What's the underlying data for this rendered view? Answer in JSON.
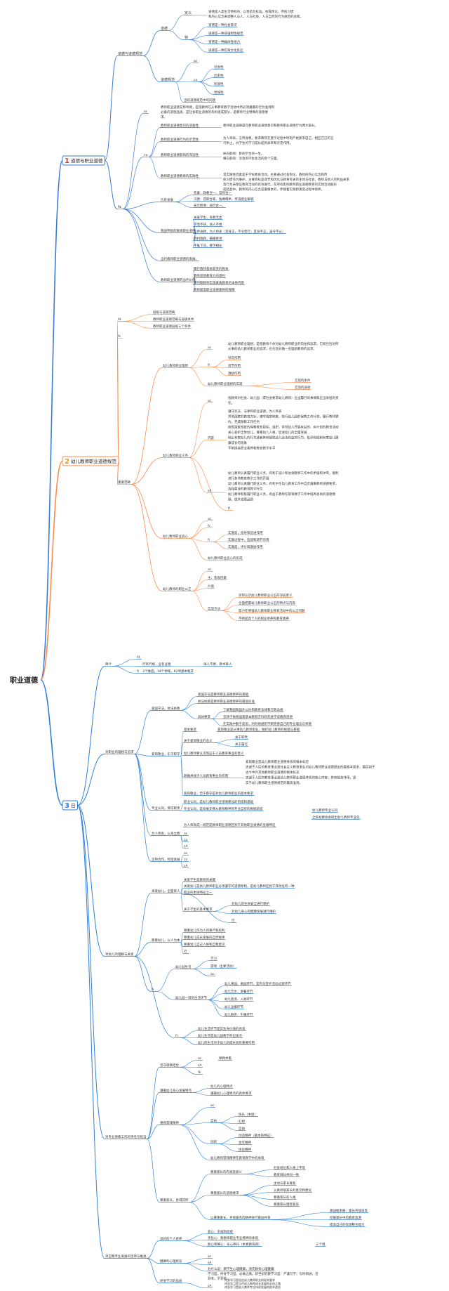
{
  "root": {
    "label": "职业道德"
  },
  "branches": [
    {
      "num": "1",
      "label": "道德与职业道德",
      "num_color": "#d9363e"
    },
    {
      "num": "2",
      "label": "幼儿教师职业道德规范",
      "num_color": "#f39c12"
    },
    {
      "num": "3",
      "label": "日",
      "num_color": "#2f80ed"
    }
  ],
  "b1": {
    "s1": "道德与道德规范",
    "daode": "道德",
    "dingyi": "定义",
    "dingyi_text": [
      "道德是人类生活特有的、以善恶为标准，依靠舆论、传统习惯",
      "和内心信念来调整人与人、人与社会、人与自然的行为规范的总和。"
    ],
    "te": "特",
    "te_items": [
      "道德是一种社会意识",
      "道德是一种非强制性规范",
      "道德是一种群体性规力",
      "道德是一种实践文化反应"
    ],
    "guifan": "道德规范",
    "ac": "ac",
    "co": "co",
    "co_items": [
      "社会性",
      "历史性",
      "民族性",
      "地域性"
    ],
    "dangqian": "当前道德规范中的问题",
    "s2_ac": "ac",
    "s2_ac_text": [
      "教师职业道德又称师德，是指教师在从事教育教学活动中所必须遵循的行为准则和",
      "必备的道德品质。是社会职业道德的有机组成部分，是教师行业特殊的道德要",
      "求。"
    ],
    "s2_co": "co",
    "co_rows": [
      {
        "label": "教师职业道德意识的非备性",
        "text": [
          "教师职业道德是在教师职业道德意识和教师职业道德行为两大部分。"
        ]
      },
      {
        "label": "教师职业道德行为的示范性",
        "text": [
          "为人师表，言传身教，要求教师在教学过程中时刻严格要求自己，相互在已的言",
          "行举止，为学生的学习成长起到表率和示范作用。"
        ]
      },
      {
        "label": "教师职业道德影响的深远性",
        "text": [
          "纵向影响：影响学生的一生。",
          "横向影响：涉及到学生生活的各个方面。"
        ]
      },
      {
        "label": "教师职业道德教育的实践性",
        "text": [
          "其实践性因素是于学校教育活动。主要通过社会舆论、教师的内心信念和传",
          "统习惯作为维护。主要目标是调节和优化与教育有关的主体与社会、教师与他人的利益关系",
          "及行为未保证教育活动的有效进行。在所有影响教师职业道德教育的实践活动能形",
          "成结晶中，教师的内心信念是最根本的，伴随着实践和演变过程中修养。"
        ]
      }
    ],
    "fa": "fa",
    "lishi": "历史发展",
    "lishi_items": [
      "先秦：政教合一、官师合一",
      "汉唐：官职合家、独尊儒术、传道授业解惑",
      "宋元明清：知行合一。"
    ],
    "wo": "我国传统的教师职业道德",
    "wo_items": [
      "关爱学生，有教无类",
      "学而不厌，诲人不倦",
      "言传身教，为人师表（其身正，不令而行，其身不正，虽令不从）",
      "因材施教，循循善诱",
      "不耻下问，教学相长"
    ],
    "dangdai": "当代教师职业道德的发展。",
    "jz": "教师职业道德的当代价值",
    "jz_items": [
      "履行教师基本职责的根本",
      "教师思想教育力的基石",
      "新时期教师实施素质教育的本质内容",
      "教师提高职业道德素养的保障"
    ]
  },
  "b2": {
    "top_tag": "fd",
    "top_items": [
      "层级与道德范畴",
      "教师职业道德范畴与层级条件",
      "教师职业道德层级三个条件"
    ],
    "fc": "fc",
    "fanchou": "重要范畴",
    "liyi": "幼儿教师职业理想",
    "liyi_ac": "ac",
    "liyi_ac_text": [
      "幼儿教师职业理想，是指教师个体对幼儿教师职业的向往和追求。它既包括对所",
      "从事的幼儿教师职业的追求，也包括对做一名理想教师的追求。"
    ],
    "liyi_fl": "fl",
    "liyi_fl_items": [
      "导向作用",
      "调节作用",
      "激励作用"
    ],
    "liyi_shixian": "幼儿教师职业理想的实现",
    "liyi_shixian_items": [
      "实现的条件",
      "实现的途径"
    ],
    "yiwu": "幼儿教师职业义务",
    "yiwu_ac": "ac",
    "yiwu_ac_text": [
      "指教师对社会、幼儿园（或社会要求幼儿教师）应当履行的事情和应当承担的责",
      "任。"
    ],
    "neirong": "内容",
    "neirong_items": [
      "遵守宪法、法律和职业道德，为人师表",
      "贯彻国家的教育方针，遵守规章制度，执行幼儿园的保教工作计划，履行教师聘",
      "约，完成保教工作任务",
      "按照国家规定的保教教育目标，组织、带领幼儿开展有益的、有计划的教育活动",
      "关心爱护全体幼儿，尊重幼儿人格，促进幼儿的全面发展",
      "制止有害幼儿的行为或者其他侵犯幼儿合法权益的行为，批评和抵制有害幼儿健",
      "康成长的现象",
      "不断提高职业素养和教育教学水平"
    ],
    "yiwu_sa": "sA",
    "yiwu_sa_items": [
      "幼儿教师认真履行职业义务，有利于减少和协调教师工作中的矛盾和冲突，顺利",
      "进行各项教育教学工作的开展",
      "幼儿教师认真履行职业义务，有利于在幼儿教育工作中自觉遵循教师道德要求，",
      "选择最佳的教育教学行为",
      "幼儿教师积极履行职业义务，有益于教师在教育教学工作中培养高尚的道德情",
      "操，提升道德品质"
    ],
    "yiwu_fl": "fl",
    "liangxin": "幼儿教师职业良心",
    "liangxin_ac": "ac",
    "liangxin_fc": "fc",
    "liangxin_fl": "fl",
    "liangxin_fl_items": [
      "实施前，指导和促进作用",
      "实施过程中，监督和调节作用",
      "实施后，评价和激励作用"
    ],
    "liangxin_xingcheng": "幼儿教师职业良心的形成",
    "gongzheng": "幼儿教师的职业公正",
    "gz_ac": "ac",
    "gz_items": [
      "主、客观因素",
      "价值"
    ],
    "gz_fangfa": "实现方法",
    "gz_fangfa_items": [
      "深刻认识幼儿教师职业公正的深层意义",
      "全面把握幼儿教师职业公正的特点与内容",
      "努力在增强幼儿教师职业教育活动中的公正问题",
      "不断提高个人的职业修养和教育素养"
    ]
  },
  "b3": {
    "jianjie": "简介",
    "jj_items": [
      {
        "tag": "fd",
        "text": ""
      },
      {
        "tag": "",
        "text": "行有行规，业有业德",
        "extra": "诲人不倦，教书育人"
      },
      {
        "tag": "fi",
        "text": "3个维度，14个领域，62项基本要求",
        "extra": ""
      }
    ],
    "linian": "对职业的理想与追求",
    "aiguo": "爱国守法，依法执教",
    "aiguo_items": [
      "爱国守法是教师职业道德修养的基础",
      "依法执教是教师职业道德修养的最低标准"
    ],
    "juti": "具体要求",
    "juti_items": [
      "了解我国和国外公约和教育法律和行政法规",
      "坚持于依照国家基本教育方针和先进学说教育思想",
      "在实践中勤于反思，时时地组织不断完善自己的专业理念与师德"
    ],
    "aigang": "爱岗敬业，乐于职守",
    "jiben": "基本要求",
    "jiben_text": "爱岗敬业是从事幼儿教师职业，做好幼儿教师的根基与基础",
    "jiben_sub": "关于爱岗敬业的含义",
    "jiben_sub_items": [
      "关于职责",
      "关于履行"
    ],
    "fengxian": "幼儿教师要认识到这于人员教育事业的意义",
    "mingque": "明确并践于人员教育事业的作用",
    "mingque_items": [
      "爱岗敬业是幼儿教师职业道德体系的根本标志",
      "忠诚于人民的教育事业是社会主义教育事业对幼儿教师职业道德提出的最根本要求，最区别于",
      "古今中外其他教师职业道德的根本标志",
      "忠诚于人民的教育事业是幼儿教师职业道德体系的核心内容，其他规范作用，是",
      "实于幼儿教师职业道德规范的最高准则。"
    ],
    "aigang_last": "爱岗敬业，忠于职守是对幼儿教师职业的基本要求",
    "zhuanye": "专业认同，情守职责",
    "zhuanye_items": [
      "职业认同，是幼儿教师职业道德建设的前提和基础",
      "专业认同，是发展支撑从教育精神到专业自觉的根据前提"
    ],
    "zhuanye_sub": "幼儿教师专业认同",
    "zhuanye_sub2": "全美幼教协会提出幼儿教师专业化",
    "weiren": "为人师表，以身立教",
    "weiren_top": "为人师表成一规范是教师职业道德区别于其他职业道德的显著特征",
    "weiren_tags": [
      "ac",
      "co",
      "sA"
    ],
    "jianchi": "坚持合作，和谐发展",
    "jianchi_tags": [
      "ac",
      "co",
      "sA"
    ],
    "duiyou": "对幼儿的理解与关爱",
    "guan": "关爱幼儿，全面育人",
    "guan_items": [
      "关爱学生是教育的关键",
      "关爱幼儿是幼儿教师职业必须遵守的道德原则，是幼儿教师区别于其他任何一种",
      "职业的本质特征之一"
    ],
    "guan_sub": "关于学生的基本要求",
    "guan_sub_items": [
      "对幼儿的生命安全进行保护",
      "对幼儿身心的健康发展进行维护"
    ],
    "guan_last": "行",
    "zunzhong": "尊重幼儿，以人为本",
    "zz_items": [
      "尊重幼儿作为人的尊严和权利",
      "尊重幼儿成长发展的自然规律",
      "尊重幼儿自己人格和自我意识",
      "行"
    ],
    "gt": "fi",
    "you1": "幼儿园生活",
    "you1_items": [
      "学习",
      "游戏（主要活动）",
      "ac"
    ],
    "you2": "幼儿园一日的生活环节",
    "you2_items": [
      "幼儿来园、离园环节，室内与室外活动过渡环节",
      "幼儿饮水、进餐环节",
      "幼儿盥洗、入厕环节",
      "幼儿运餐环节",
      "幼儿散步、午睡环节"
    ],
    "ft": "fi",
    "ft_items": [
      "幼儿生活环节是其生命价值的体现",
      "幼儿生活是幼儿园教学的出发点",
      "幼儿的生活对于幼儿的成长具有重要作用"
    ],
    "duiqi": "对专业保教工作的责任与担当",
    "zs": "坚守保教结合",
    "zs_items": [
      "ac",
      "sA",
      "fk"
    ],
    "zs_extra": "保教并重",
    "zs2": "遵循幼儿身心发展特点",
    "zs2_items": [
      "幼儿的心理特点",
      "遵循幼儿心理特点的具体要求"
    ],
    "zs3": "重视游戏精神",
    "zs3_ac": "ac",
    "zs3_a": "自由",
    "zs3_a_items": [
      "快乐（本质）",
      "幻想",
      "自由"
    ],
    "zs3_b": "创新",
    "zs3_b_items": [
      "创造精神（最本质特征）",
      "合作精神",
      "体验精神"
    ],
    "zs3_last": "幼儿教师游戏精神在教育教学中的体现",
    "zs4": "尊重家长，各得其所",
    "zs4_a": "尊重家长的内涵及意义",
    "zs4_a_items": [
      "社会地位和人格上平等",
      "教育目标共同一致"
    ],
    "zs4_b": "尊重家长的道德要求",
    "zs4_b_items": [
      "主动与家长联系",
      "认真听取家长的意见和建议",
      "尊重家长的人格",
      "尊重家长理智爱孩"
    ],
    "zs4_c": "以尊重家长、寻找服务的精神进行家园共育",
    "zs4_c_items": [
      "家园联系册、家长开放日等",
      "挖掘家长中的教育资源",
      "提高自己的资源整合能力"
    ],
    "zishen": "对自我专业发展的坚持与推进",
    "zs5": "良好的个人修养",
    "zs5_items": [
      "爱心：幸福和前提",
      "责任心：要教师职业专业精神的体现",
      "耐心和细心：辛心呼吁（本真教育感）"
    ],
    "zs5_extra": "三个境",
    "zs6": "健康的心理状态",
    "zs6_items": [
      "ac",
      "sA",
      "为什么说：教学生心理健康，须先教师心理健康"
    ],
    "zs7": "终身学习的品质",
    "zs7_items": [
      "学习型，终身学习型，必做之路。新世纪的教学习型：严谨写学，与时俱进，活",
      "到老，学到老。"
    ],
    "zs7_sa": "sA",
    "zs7_sa_items": [
      "终身学习是适应幼儿教师职业的现实要求",
      "终身学习是当代幼儿教师成长发展的必由之路",
      "终身学习是幼儿教师专业持续发展的根本途径"
    ]
  }
}
